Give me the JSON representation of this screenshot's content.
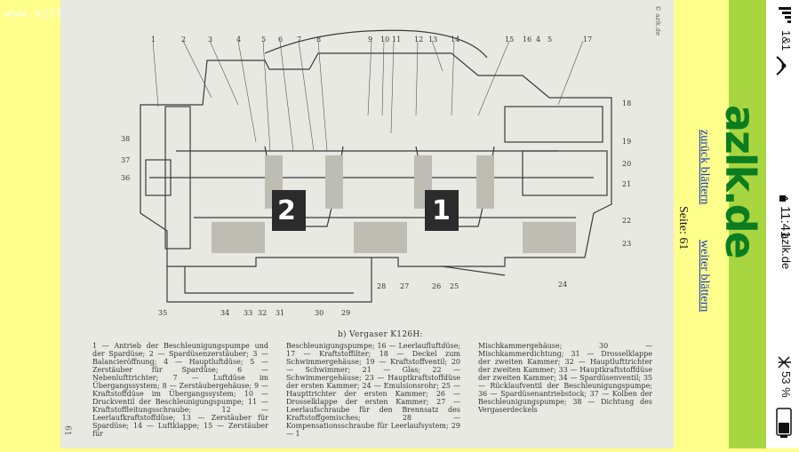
{
  "watermark": "www.azlk.de",
  "scan": {
    "corner_mark": "© azlk.de",
    "page_number": "61",
    "callouts_top": [
      "1",
      "2",
      "3",
      "4",
      "5",
      "6",
      "7",
      "8",
      "9",
      "10",
      "11",
      "12",
      "13",
      "14",
      "15",
      "16",
      "4",
      "5",
      "17"
    ],
    "callouts_right": [
      "18",
      "19",
      "20",
      "21",
      "22",
      "23",
      "24"
    ],
    "callouts_left": [
      "38",
      "37",
      "36"
    ],
    "callouts_bottom": [
      "35",
      "34",
      "33",
      "32",
      "31",
      "30",
      "29",
      "28",
      "27",
      "26",
      "25"
    ],
    "chamber_labels": [
      "2",
      "1"
    ],
    "caption_title": "b) Vergaser K126H:",
    "caption_col1": "1 — Antrieb der Beschleunigungspumpe und der Spardüse; 2 — Spardüsenzerstäuber; 3 — Balancieröffnung; 4 — Hauptluftdüse; 5 — Zerstäuber für Spardüse; 6 — Nebenlufttrichter; 7 — Luftdüse im Übergangssystem; 8 — Zerstäubergehäuse; 9 — Kraftstoffdüse im Übergangssystem; 10 — Druckventil der Beschleunigungspumpe; 11 — Kraftstoffleitungsschraube; 12 — Leerlaufkraftstoffdüse; 13 — Zerstäuber für Spardüse; 14 — Luftklappe; 15 — Zerstäuber für",
    "caption_col2": "Beschleunigungspumpe; 16 — Leerlaufluftdüse; 17 — Kraftstoffilter; 18 — Deckel zum Schwimmergehäuse; 19 — Kraftstoffventil; 20 — Schwimmer; 21 — Glas; 22 — Schwimmergehäuse; 23 — Hauptkraftstoffdüse der ersten Kammer; 24 — Emulsionsrohr; 25 — Haupttrichter der ersten Kammer; 26 — Drosselklappe der ersten Kammer; 27 — Leerlaufschraube für den Brennsatz des Kraftstoffgemisches; 28 — Kompensationsschraube für Leerlaufsystem; 29 — 1",
    "caption_col3": "Mischkammergehäuse; 30 — Mischkammerdichtung; 31 — Drosselklappe der zweiten Kammer; 32 — Hauptlufttrichter der zweiten Kammer; 33 — Hauptkraftstoffdüse der zweiten Kammer; 34 — Spardüsenventil; 35 — Rücklaufventil der Beschleunigungspumpe; 36 — Spardüsenantriebstock; 37 — Kolben der Beschleunigungspumpe; 38 — Dichtung des Vergaserdeckels"
  },
  "nav": {
    "back_link": "zurück blättern",
    "page_label": "Seite: 61",
    "forward_link": "weiter blättern"
  },
  "logo": {
    "text": "azlk.de",
    "color": "#0b7d20",
    "panel_color": "#a8d640"
  },
  "status_bar": {
    "time": "11:41",
    "site": "azlk.de",
    "lock_icon": "lock-icon",
    "signal": "1&1",
    "battery": "53 %",
    "icons": [
      "signal-icon",
      "wifi-icon",
      "bluetooth-icon",
      "battery-icon"
    ]
  },
  "colors": {
    "background": "#ffff8c",
    "link": "#1133bb",
    "scan_paper": "#e9e9e3"
  }
}
